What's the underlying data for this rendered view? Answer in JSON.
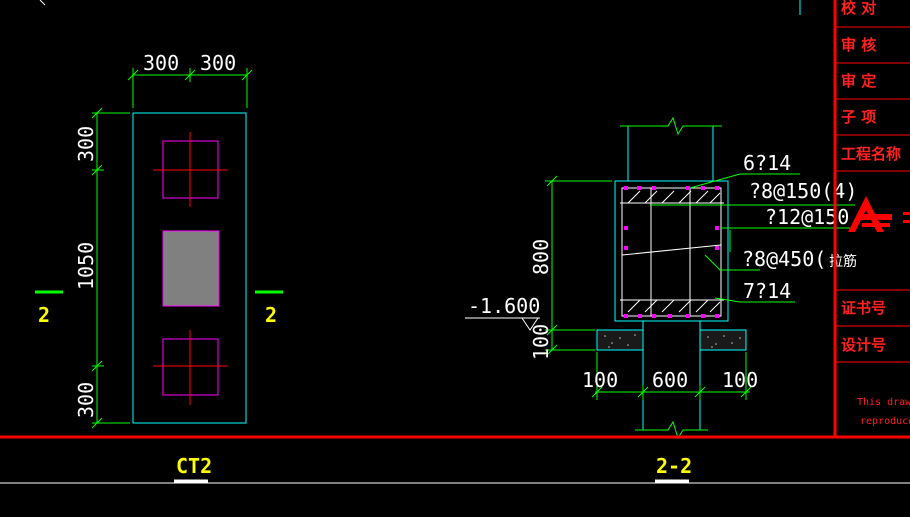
{
  "colors": {
    "background": "#000000",
    "dimension": "#00ff00",
    "outline": "#00ffff",
    "rebar": "#ff00ff",
    "centerline": "#ff0000",
    "border": "#ff0000",
    "text": "#ffffff",
    "section_mark": "#ffff00",
    "column_fill": "#808080"
  },
  "plan_view": {
    "dims_top": [
      "300",
      "300"
    ],
    "dims_left": [
      "300",
      "1050",
      "300"
    ],
    "section_marks": [
      "2",
      "2"
    ],
    "caption": "CT2"
  },
  "section_view": {
    "elevation": "-1.600",
    "dims_left": [
      "800",
      "100"
    ],
    "dims_bottom": [
      "100",
      "600",
      "100"
    ],
    "rebar_notes": [
      "6?14",
      "?8@150(4)",
      "?12@150",
      "?8@450(",
      "7?14"
    ],
    "rebar_note_suffix": "拉筋",
    "caption": "2-2"
  },
  "title_block": {
    "rows": [
      "校 对",
      "审 核",
      "审 定",
      "子 项",
      "工程名称"
    ],
    "rows_lower": [
      "证书号",
      "设计号"
    ],
    "notice_lines": [
      "This drawi",
      "reproduce"
    ]
  }
}
